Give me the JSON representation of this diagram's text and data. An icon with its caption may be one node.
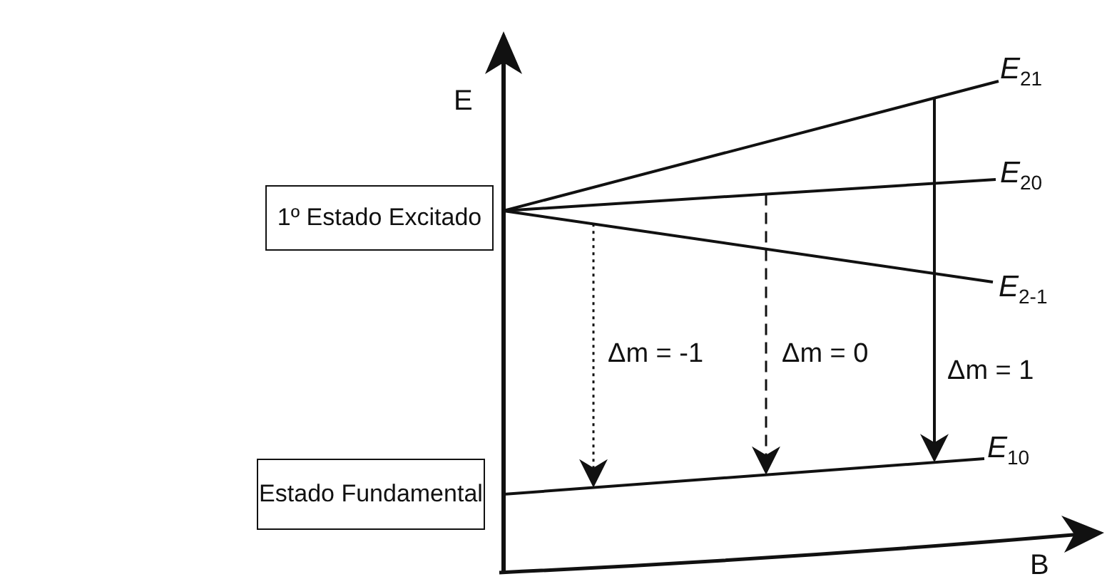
{
  "diagram": {
    "nodes": [
      {
        "text": [
          "E$_{21}$"
        ]
      },
      {
        "text": [
          "1º Estado Excitado"
        ]
      },
      {
        "text": [
          "E$_{20}$"
        ]
      },
      {
        "text": [
          "E$_{2-1}$"
        ]
      },
      {
        "text": [
          "E$_{10}$"
        ]
      },
      {
        "text": [
          "Estado Fundamental"
        ]
      }
    ],
    "edges": [
      {
        "from": null,
        "to": 4,
        "arrow": "to",
        "label": "Δm = -1",
        "style": "dashed"
      },
      {
        "from": null,
        "to": 4,
        "arrow": "to",
        "label": "Δm = 0",
        "style": "dashed"
      },
      {
        "from": null,
        "to": 4,
        "arrow": "to",
        "label": "Δm = 1"
      }
    ],
    "labels": [
      "E",
      "B"
    ]
  }
}
